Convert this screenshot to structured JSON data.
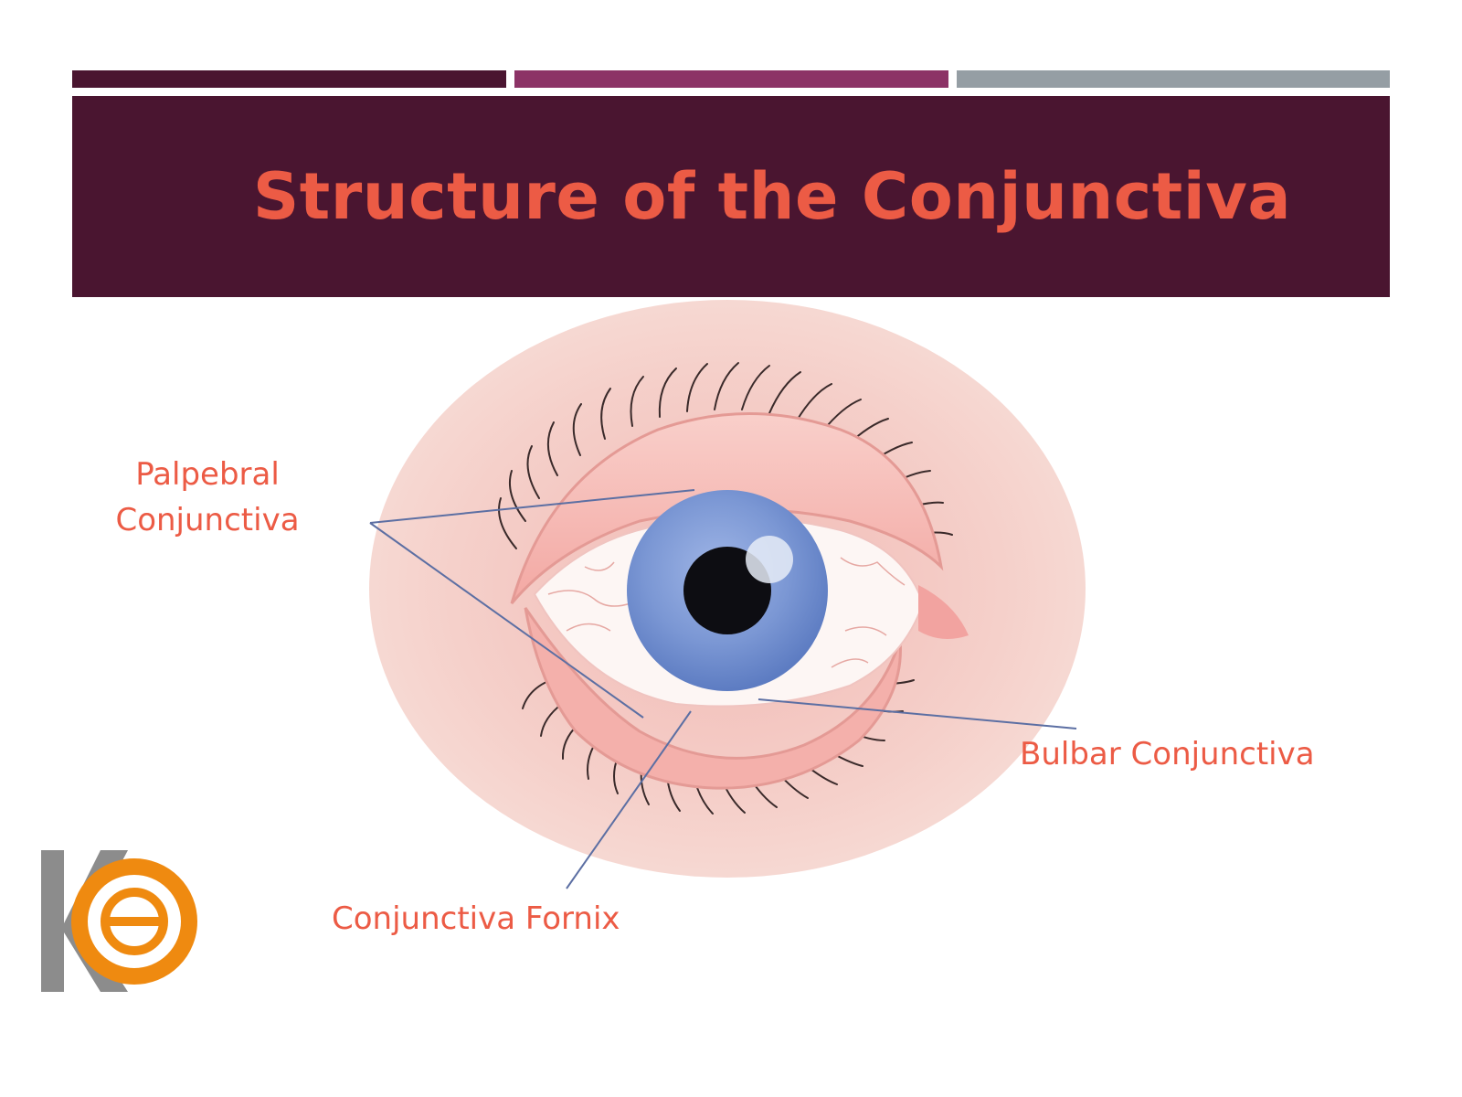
{
  "title": "Structure of the Conjunctiva",
  "labels": {
    "palpebral_line1": "Palpebral",
    "palpebral_line2": "Conjunctiva",
    "bulbar": "Bulbar Conjunctiva",
    "fornix": "Conjunctiva Fornix"
  },
  "colors": {
    "header_bg": "#4a1530",
    "bar_1": "#4a1530",
    "bar_2": "#8c3366",
    "bar_3": "#959ea4",
    "accent_text": "#ec5b45",
    "skin": "#f5d3cd",
    "lid": "#f6b9b4",
    "iris": "#7b97d4",
    "pupil": "#0d0d12",
    "pointer_line": "#5c6fa3",
    "logo_gray": "#8c8c8c",
    "logo_orange": "#ef8a10"
  },
  "icons": {
    "logo": "k-circle-logo",
    "eye": "eye-illustration"
  }
}
